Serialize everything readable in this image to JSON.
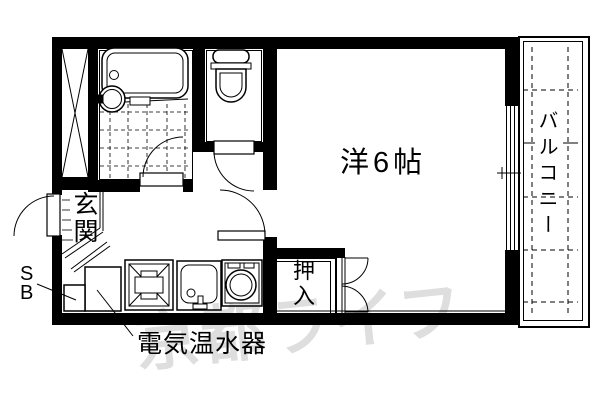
{
  "colors": {
    "line": "#000000",
    "background": "#ffffff",
    "watermark": "rgba(0,0,0,0.13)"
  },
  "labels": {
    "main_room": "洋6帖",
    "balcony": "バルコニー",
    "entrance": "玄関",
    "closet": "押入",
    "shoe_box": "S\nB",
    "water_heater": "電気温水器"
  },
  "watermark": {
    "text": "京都ライフ"
  },
  "icons": {
    "pipe_shaft": "x-cross-shaft",
    "bathtub": "bathtub-icon",
    "washbasin": "round-basin-icon",
    "toilet": "toilet-icon",
    "washing_machine_pan": "x-square-pan-icon",
    "kitchen_sink": "sink-icon",
    "stove_burner": "single-burner-icon",
    "window": "sliding-window",
    "doors": [
      "entry-door",
      "bathroom-door",
      "toilet-door",
      "room-door",
      "closet-double-doors"
    ]
  }
}
